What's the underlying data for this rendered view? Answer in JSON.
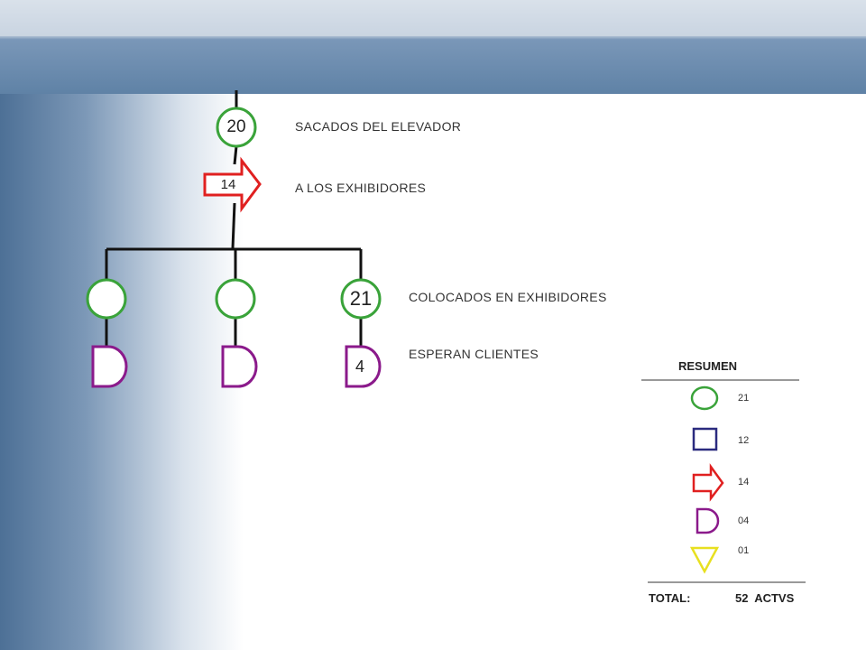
{
  "colors": {
    "operation": "#3aa33a",
    "inspection": "#2b2b7f",
    "transport": "#e02020",
    "delay": "#8b1a8b",
    "storage": "#e8e020",
    "connector": "#111111",
    "header_top": "#b4c3d5",
    "header_bottom": "#5b7ea3",
    "side_panel": "#4e7197"
  },
  "flow": {
    "top_operation": {
      "number": "20",
      "label": "SACADOS DEL ELEVADOR"
    },
    "transport": {
      "number": "14",
      "label": "A LOS EXHIBIDORES"
    },
    "branch_operation": {
      "number": "21",
      "label": "COLOCADOS EN EXHIBIDORES"
    },
    "branch_delay": {
      "number": "4",
      "label": "ESPERAN CLIENTES"
    }
  },
  "summary": {
    "title": "RESUMEN",
    "rows": [
      {
        "icon": "operation-circle-icon",
        "value": "21"
      },
      {
        "icon": "inspection-square-icon",
        "value": "12"
      },
      {
        "icon": "transport-arrow-icon",
        "value": "14"
      },
      {
        "icon": "delay-d-icon",
        "value": "04"
      },
      {
        "icon": "storage-triangle-icon",
        "value": "01"
      }
    ],
    "total_label": "TOTAL:",
    "total_value": "52  ACTVS"
  }
}
